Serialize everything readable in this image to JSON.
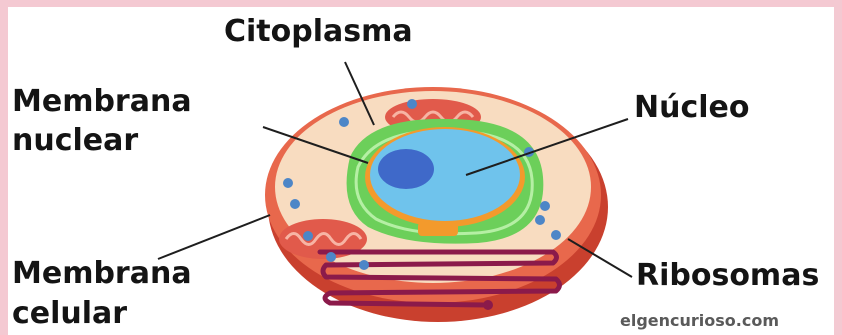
{
  "labels": {
    "citoplasma": "Citoplasma",
    "membrana_nuclear_line1": "Membrana",
    "membrana_nuclear_line2": "nuclear",
    "nucleo": "Núcleo",
    "membrana_celular_line1": "Membrana",
    "membrana_celular_line2": "celular",
    "ribosomas": "Ribosomas"
  },
  "credit": "elgencurioso.com",
  "colors": {
    "background": "#f4c9d2",
    "cytoplasm": "#f8dcc0",
    "cell_membrane": "#e8684c",
    "cell_membrane_dark": "#c9402e",
    "er_green": "#6ccf5a",
    "nucleus": "#6fc3ec",
    "nucleolus": "#3f69c9",
    "mitochondria": "#e15a4b",
    "golgi": "#8b1a4a",
    "ribosome": "#4d86c7"
  }
}
